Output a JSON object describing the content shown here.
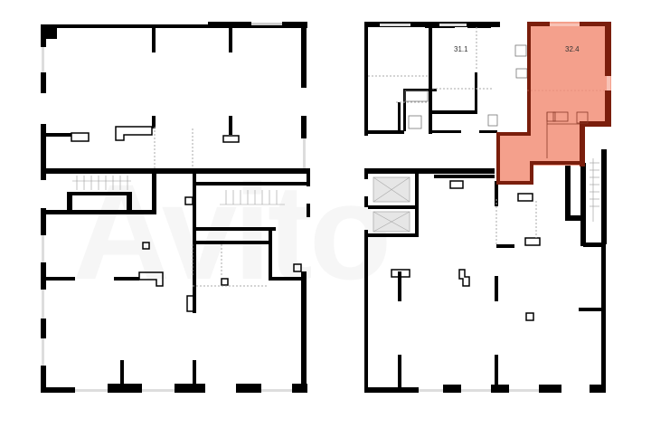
{
  "floorplan": {
    "units": [
      {
        "id": "unit-a",
        "area_label": "31.1",
        "highlighted": false
      },
      {
        "id": "unit-b",
        "area_label": "32.4",
        "highlighted": true
      }
    ],
    "watermark": "Avito",
    "colors": {
      "wall": "#000000",
      "highlight_fill": "#f4a08c",
      "highlight_wall": "#7a1e0c",
      "window": "#cccccc",
      "elevator": "#dddddd"
    }
  }
}
